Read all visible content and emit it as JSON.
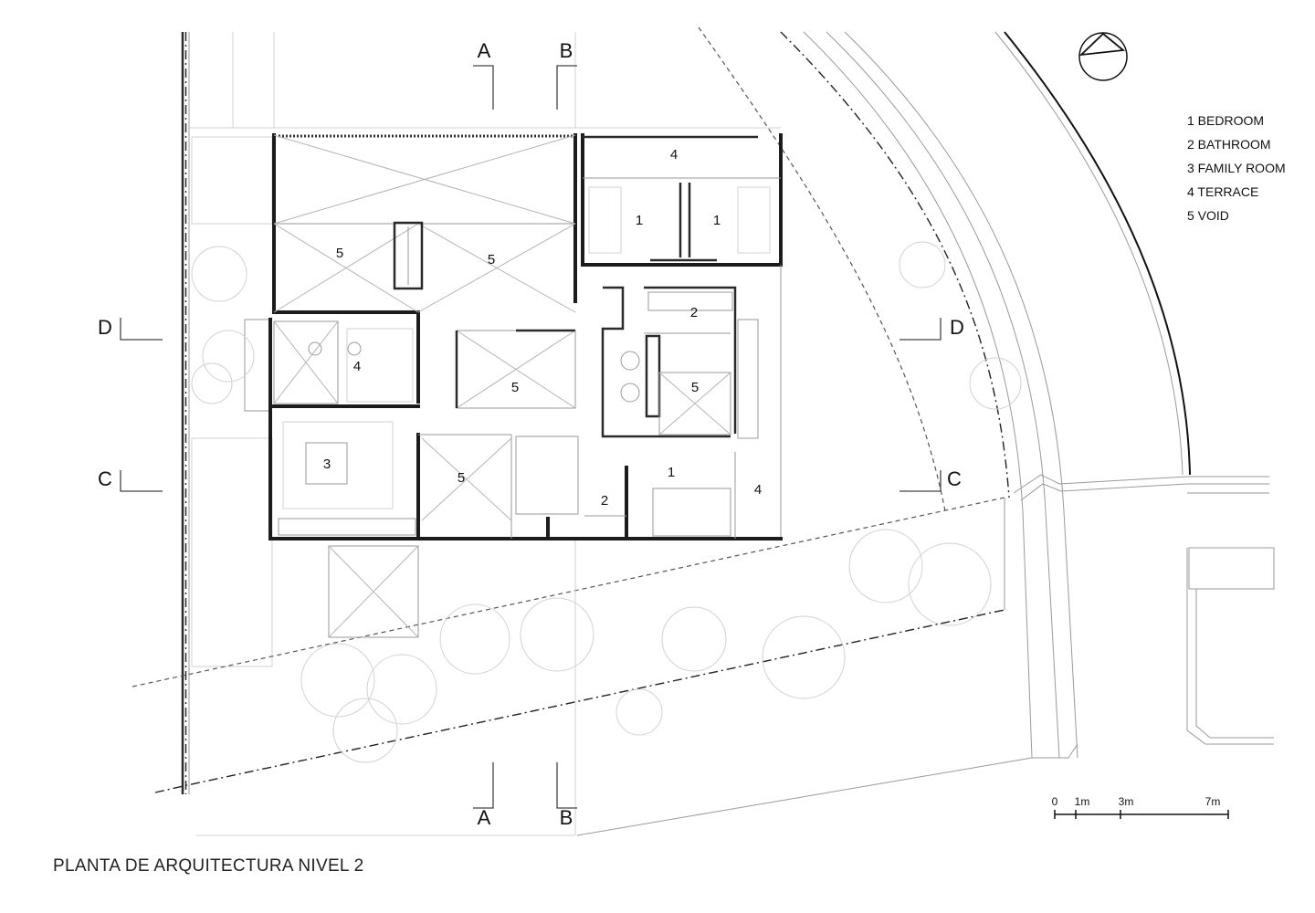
{
  "title": "PLANTA DE ARQUITECTURA NIVEL 2",
  "legend": [
    "1   BEDROOM",
    "2 BATHROOM",
    "3 FAMILY ROOM",
    "4 TERRACE",
    "5 VOID"
  ],
  "section_marks": {
    "a": "A",
    "b": "B",
    "c": "C",
    "d": "D"
  },
  "room_numbers": {
    "terrace_north": "4",
    "bedroom_nw": "1",
    "bedroom_ne": "1",
    "void_nw": "5",
    "void_n": "5",
    "bathroom_upper": "2",
    "terrace_west": "4",
    "void_center": "5",
    "void_bath": "5",
    "family_room": "3",
    "void_south": "5",
    "bathroom_lower": "2",
    "bedroom_south": "1",
    "terrace_east": "4"
  },
  "scale_bar": {
    "labels": [
      "0",
      "1m",
      "3m",
      "7m"
    ]
  },
  "colors": {
    "ink": "#111111",
    "wall": "#1c1c1c",
    "line": "#9a9a9a",
    "background": "#ffffff"
  },
  "north_arrow": "north-arrow-icon"
}
